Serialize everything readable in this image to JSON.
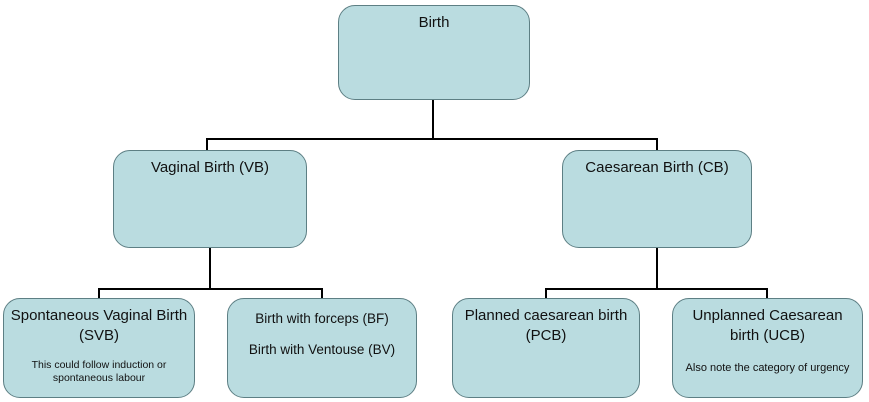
{
  "colors": {
    "node_fill": "#badce0",
    "node_border": "#5d7f84",
    "connector": "#000000",
    "text": "#111111",
    "background": "#ffffff"
  },
  "nodes": {
    "birth": {
      "label": "Birth"
    },
    "vaginal_birth": {
      "label": "Vaginal Birth (VB)"
    },
    "caesarean_birth": {
      "label": "Caesarean Birth (CB)"
    },
    "spontaneous_vaginal_birth": {
      "label": "Spontaneous Vaginal Birth (SVB)",
      "note": "This could follow induction or spontaneous labour"
    },
    "instrumental_birth": {
      "line1": "Birth with forceps (BF)",
      "line2": "Birth with Ventouse (BV)"
    },
    "planned_caesarean": {
      "label": "Planned caesarean birth (PCB)"
    },
    "unplanned_caesarean": {
      "label": "Unplanned Caesarean birth (UCB)",
      "note": "Also note the category of urgency"
    }
  }
}
